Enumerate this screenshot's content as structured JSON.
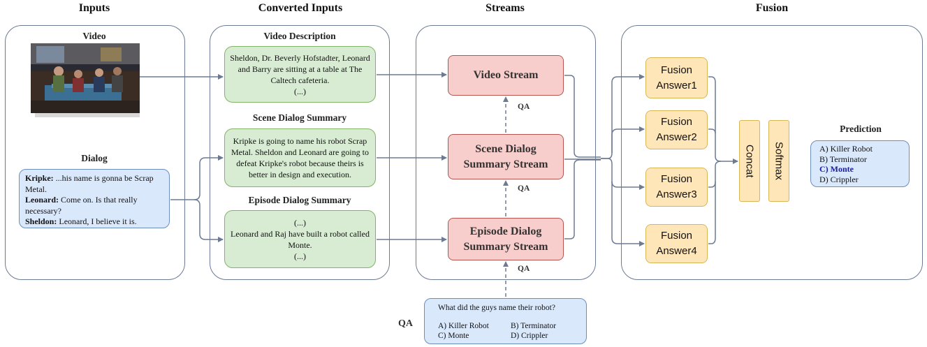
{
  "columns": {
    "inputs": "Inputs",
    "converted": "Converted Inputs",
    "streams": "Streams",
    "fusion": "Fusion"
  },
  "inputs": {
    "video_label": "Video",
    "dialog_label": "Dialog",
    "dialog_lines": [
      {
        "speaker": "Kripke:",
        "text": " ...his name is gonna be Scrap Metal."
      },
      {
        "speaker": "Leonard:",
        "text": " Come on. Is that really necessary?"
      },
      {
        "speaker": "Sheldon:",
        "text": " Leonard, I believe it is."
      }
    ]
  },
  "converted": {
    "video_desc_label": "Video Description",
    "video_desc_text": "Sheldon, Dr. Beverly Hofstadter, Leonard and Barry are sitting at a table at The Caltech cafeteria.",
    "video_desc_ellipsis": "(...)",
    "scene_label": "Scene Dialog Summary",
    "scene_text": "Kripke is going to name his robot Scrap Metal. Sheldon and Leonard are going to defeat Kripke's robot because theirs is better in design and execution.",
    "episode_label": "Episode Dialog Summary",
    "episode_top": "(...)",
    "episode_text": "Leonard and Raj have built a robot called Monte.",
    "episode_bottom": "(...)"
  },
  "streams": {
    "video": "Video Stream",
    "scene_l1": "Scene Dialog",
    "scene_l2": "Summary Stream",
    "episode_l1": "Episode Dialog",
    "episode_l2": "Summary Stream",
    "qa_tag": "QA"
  },
  "fusion": {
    "answers": [
      {
        "l1": "Fusion",
        "l2": "Answer1"
      },
      {
        "l1": "Fusion",
        "l2": "Answer2"
      },
      {
        "l1": "Fusion",
        "l2": "Answer3"
      },
      {
        "l1": "Fusion",
        "l2": "Answer4"
      }
    ],
    "concat": "Concat",
    "softmax": "Softmax",
    "prediction_label": "Prediction",
    "prediction_items": [
      "A) Killer Robot",
      "B) Terminator",
      "C) Monte",
      "D) Crippler"
    ],
    "prediction_selected_color": "#1a1aa6"
  },
  "qa": {
    "label": "QA",
    "question": "What did the guys name their robot?",
    "options": [
      "A) Killer Robot",
      "B) Terminator",
      "C) Monte",
      "D) Crippler"
    ]
  },
  "colors": {
    "panel_border": "#6c7a93",
    "arrow": "#6c7a93",
    "green_fill": "#d7ecd2",
    "red_fill": "#f8cecc",
    "yellow_fill": "#ffe6b8",
    "blue_fill": "#dae8fc"
  }
}
